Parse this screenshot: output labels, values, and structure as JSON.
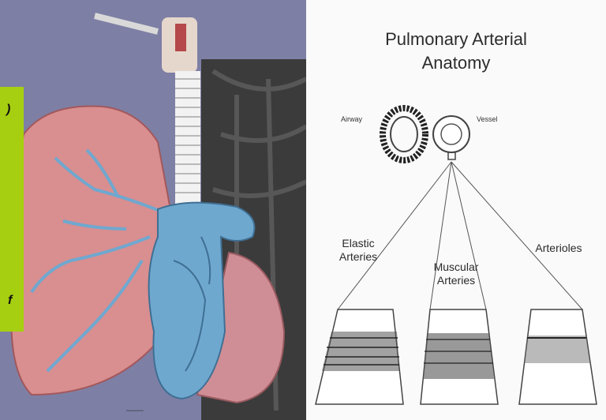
{
  "left": {
    "sidebox": {
      "top_mark": ")",
      "bottom_mark": "f"
    }
  },
  "right": {
    "title_line1": "Pulmonary Arterial",
    "title_line2": "Anatomy",
    "labels": {
      "airway": "Airway",
      "vessel": "Vessel",
      "elastic": "Elastic\nArteries",
      "muscular": "Muscular\nArteries",
      "arterioles": "Arterioles"
    }
  },
  "colors": {
    "panel_bg": "#7e7fa5",
    "lung": "#d98e90",
    "vessel_blue": "#6fa8cf",
    "sidebox_green": "#a6cf12"
  }
}
